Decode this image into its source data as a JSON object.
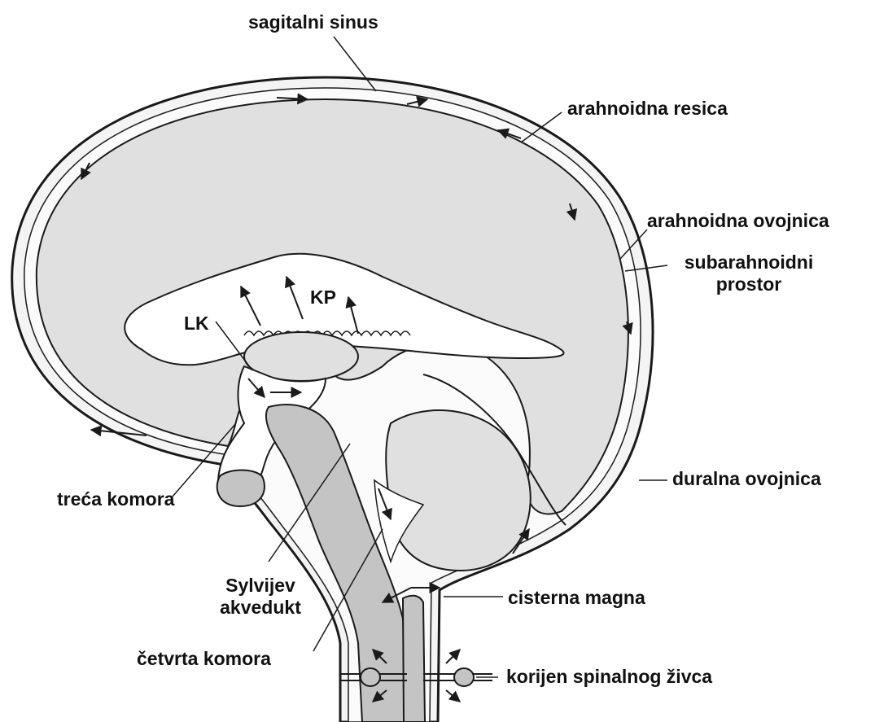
{
  "labels": {
    "sagittal_sinus": "sagitalni sinus",
    "arachnoid_villus": "arahnoidna resica",
    "arachnoid_membrane": "arahnoidna ovojnica",
    "subarachnoid_space_line1": "subarahnoidni",
    "subarachnoid_space_line2": "prostor",
    "lateral_ventricle": "LK",
    "choroid_plexus": "KP",
    "third_ventricle": "treća komora",
    "dural_sheath": "duralna ovojnica",
    "sylvian_aqueduct_line1": "Sylvijev",
    "sylvian_aqueduct_line2": "akvedukt",
    "cisterna_magna": "cisterna magna",
    "fourth_ventricle": "četvrta komora",
    "spinal_nerve_root": "korijen spinalnog živca"
  },
  "colors": {
    "brain_fill": "#e0e0e0",
    "brainstem_fill": "#c4c4c4",
    "ventricle_fill": "#ffffff",
    "outline": "#1a1a1a",
    "background": "#ffffff"
  }
}
